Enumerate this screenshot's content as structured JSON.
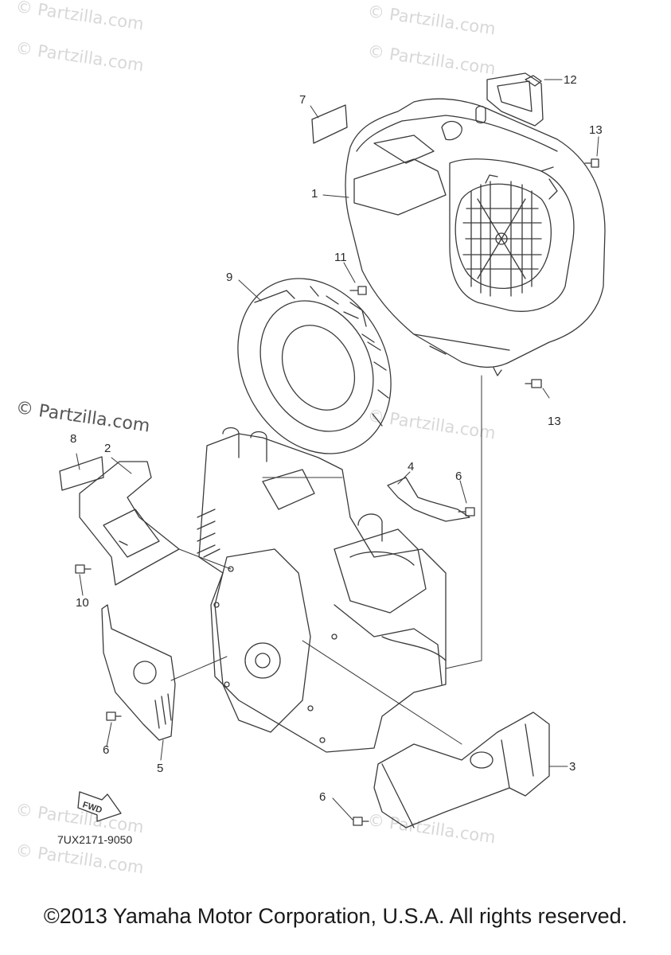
{
  "watermarks": [
    "© Partzilla.com",
    "© Partzilla.com",
    "© Partzilla.com",
    "© Partzilla.com",
    "© Partzilla.com",
    "© Partzilla.com",
    "© Partzilla.com",
    "© Partzilla.com"
  ],
  "callouts": {
    "c1": "1",
    "c2": "2",
    "c3": "3",
    "c4": "4",
    "c5": "5",
    "c6a": "6",
    "c6b": "6",
    "c6c": "6",
    "c7": "7",
    "c8": "8",
    "c9": "9",
    "c10": "10",
    "c11": "11",
    "c12": "12",
    "c13a": "13",
    "c13b": "13"
  },
  "fwd_label": "FWD",
  "part_code": "7UX2171-9050",
  "copyright": "©2013 Yamaha Motor Corporation, U.S.A. All rights reserved.",
  "colors": {
    "line": "#3a3a3a",
    "watermark": "#d8d8d8",
    "background": "#ffffff"
  }
}
